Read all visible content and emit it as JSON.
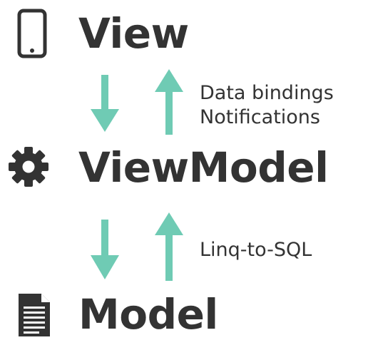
{
  "layers": {
    "view": {
      "title": "View",
      "icon": "smartphone-icon"
    },
    "viewmodel": {
      "title": "ViewModel",
      "icon": "gear-icon"
    },
    "model": {
      "title": "Model",
      "icon": "document-icon"
    }
  },
  "connections": {
    "view_viewmodel": {
      "labels": [
        "Data bindings",
        "Notifications"
      ]
    },
    "viewmodel_model": {
      "labels": [
        "Linq-to-SQL"
      ]
    }
  },
  "colors": {
    "text": "#333333",
    "arrow": "#6fcbb4",
    "icon": "#333333"
  }
}
